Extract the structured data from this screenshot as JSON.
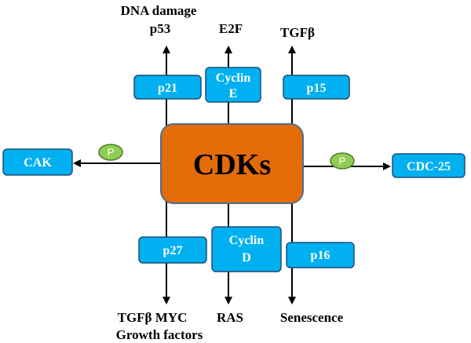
{
  "center": {
    "label": "CDKs"
  },
  "boxes": {
    "p21": "p21",
    "cyclin_e": [
      "Cyclin",
      "E"
    ],
    "p15": "p15",
    "cak": "CAK",
    "cdc25": "CDC-25",
    "p27": "p27",
    "cyclin_d": [
      "Cyclin",
      "D"
    ],
    "p16": "p16"
  },
  "phospho": {
    "label": "P"
  },
  "top_labels": {
    "left": [
      "DNA damage",
      "p53"
    ],
    "middle": "E2F",
    "right": "TGFβ"
  },
  "bottom_labels": {
    "left": [
      "TGFβ MYC",
      "Growth factors"
    ],
    "middle": "RAS",
    "right": "Senescence"
  },
  "colors": {
    "box_fill": "#00b0f0",
    "box_stroke": "#1f4e79",
    "center_fill": "#e36c09",
    "center_stroke": "#4f6d8f",
    "phospho_fill": "#8fce53",
    "phospho_stroke": "#4e7a27",
    "line": "#000000"
  }
}
